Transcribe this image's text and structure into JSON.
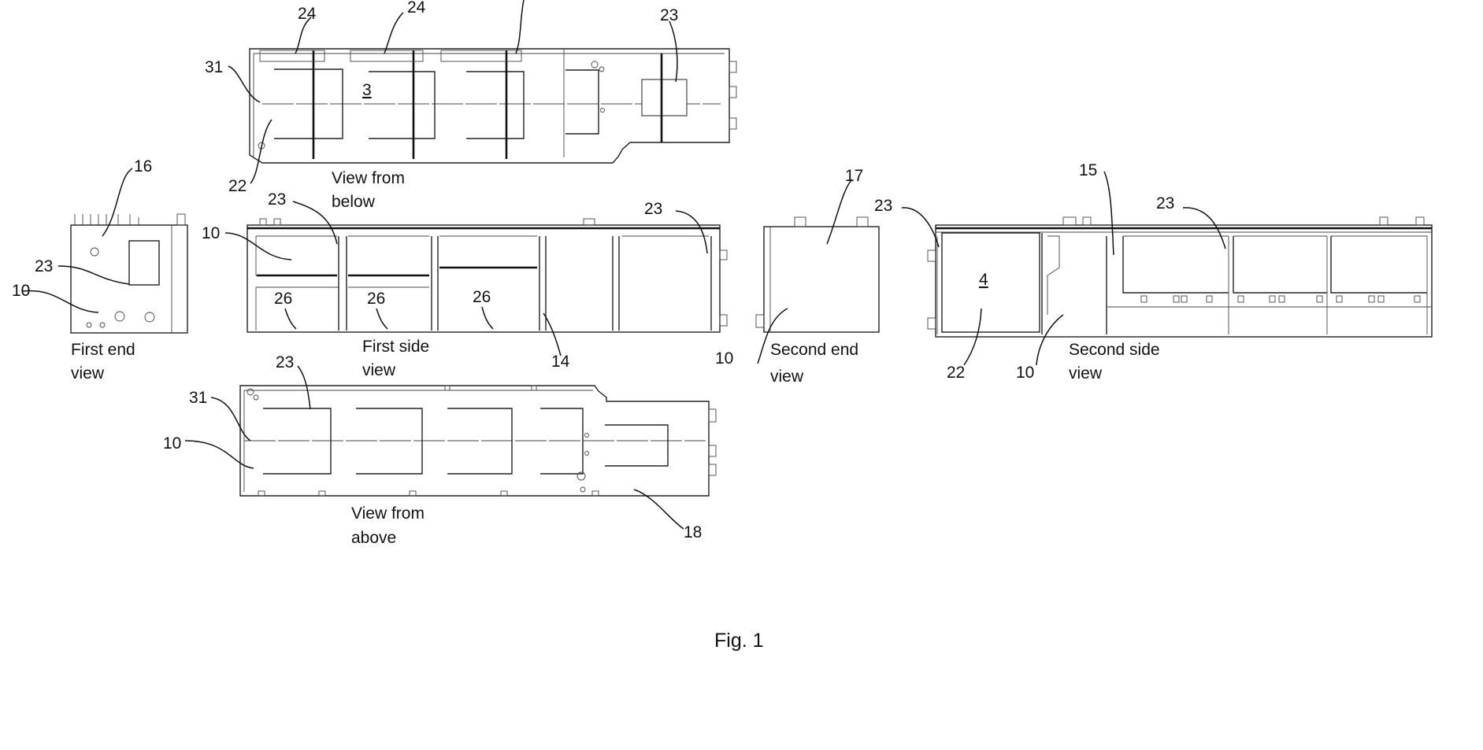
{
  "views": {
    "below": {
      "caption_1": "View from",
      "caption_2": "below"
    },
    "first_end": {
      "caption_1": "First end",
      "caption_2": "view"
    },
    "first_side": {
      "caption_1": "First side",
      "caption_2": "view"
    },
    "second_end": {
      "caption_1": "Second end",
      "caption_2": "view"
    },
    "second_side": {
      "caption_1": "Second side",
      "caption_2": "view"
    },
    "above": {
      "caption_1": "View from",
      "caption_2": "above"
    }
  },
  "ref_numbers": {
    "below": [
      "24",
      "24",
      "23",
      "31",
      "3",
      "22"
    ],
    "first_end": [
      "16",
      "23",
      "10"
    ],
    "first_side": [
      "23",
      "23",
      "10",
      "26",
      "26",
      "26",
      "14"
    ],
    "second_end": [
      "17",
      "10"
    ],
    "second_side": [
      "23",
      "15",
      "23",
      "4",
      "22",
      "10"
    ],
    "above": [
      "23",
      "31",
      "10",
      "18"
    ]
  },
  "figure_caption": "Fig. 1"
}
